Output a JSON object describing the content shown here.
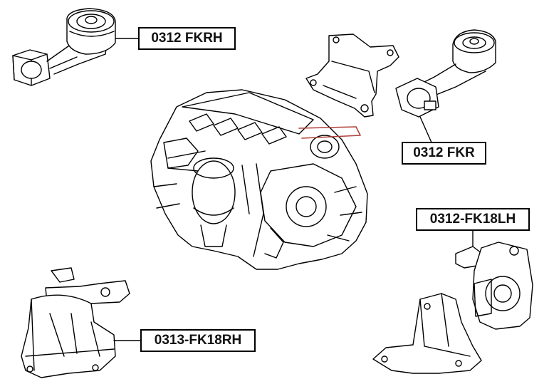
{
  "labels": {
    "top_left_mount": "0312 FKRH",
    "top_right_mount": "0312 FKR",
    "right_mount": "0312-FK18LH",
    "bottom_left_mount": "0313-FK18RH"
  },
  "colors": {
    "line": "#000000",
    "background": "#ffffff",
    "accent_pipe": "#b0403a"
  }
}
